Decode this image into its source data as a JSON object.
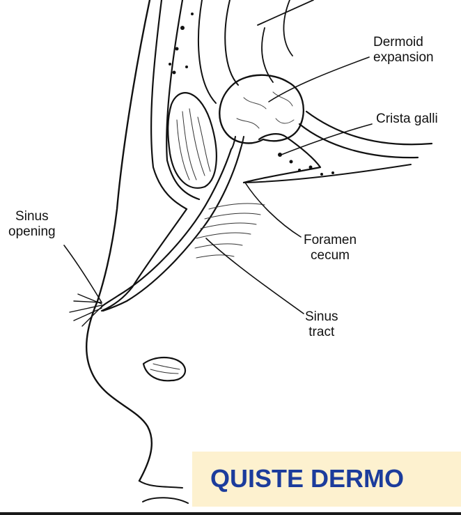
{
  "labels": {
    "dermoid_expansion": [
      "Dermoid",
      "expansion"
    ],
    "crista_galli": "Crista galli",
    "sinus_opening": [
      "Sinus",
      "opening"
    ],
    "foramen_cecum": [
      "Foramen",
      "cecum"
    ],
    "sinus_tract": [
      "Sinus",
      "tract"
    ]
  },
  "banner": {
    "text": "QUISTE DERMO"
  },
  "colors": {
    "banner_background": "#fdf1cf",
    "banner_text": "#1c3c9c",
    "line_art": "#111111"
  }
}
